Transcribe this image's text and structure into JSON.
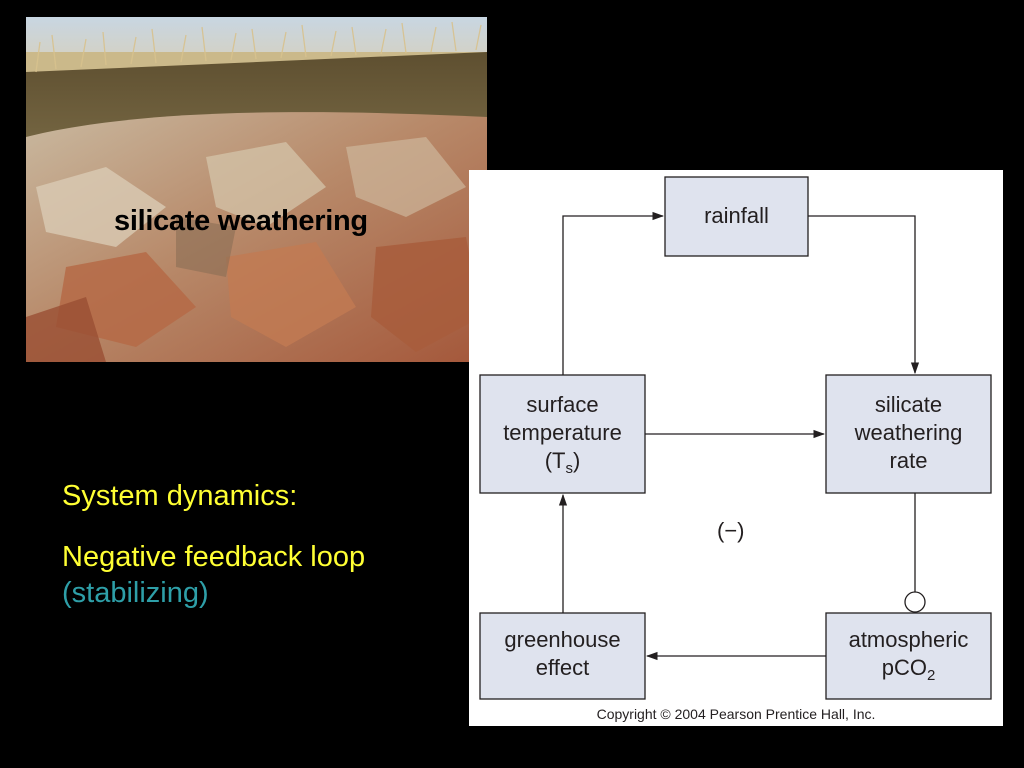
{
  "photo": {
    "caption": "silicate weathering"
  },
  "slide": {
    "heading": "System dynamics:",
    "loop_label": "Negative feedback loop",
    "loop_sub": "(stabilizing)"
  },
  "diagram": {
    "rainfall": "rainfall",
    "surface_temp_line1": "surface",
    "surface_temp_line2": "temperature",
    "surface_temp_T": "(T",
    "surface_temp_sub": "s",
    "surface_temp_close": ")",
    "weathering_line1": "silicate",
    "weathering_line2": "weathering",
    "weathering_line3": "rate",
    "greenhouse_line1": "greenhouse",
    "greenhouse_line2": "effect",
    "atmos_line1": "atmospheric",
    "atmos_pco": "pCO",
    "atmos_sub": "2",
    "sign": "(−)",
    "copyright": "Copyright © 2004 Pearson Prentice Hall, Inc."
  },
  "colors": {
    "background": "#000000",
    "heading": "#ffff33",
    "subheading": "#2e9fa8",
    "box_fill": "#dfe3ee",
    "box_stroke": "#231f20"
  }
}
